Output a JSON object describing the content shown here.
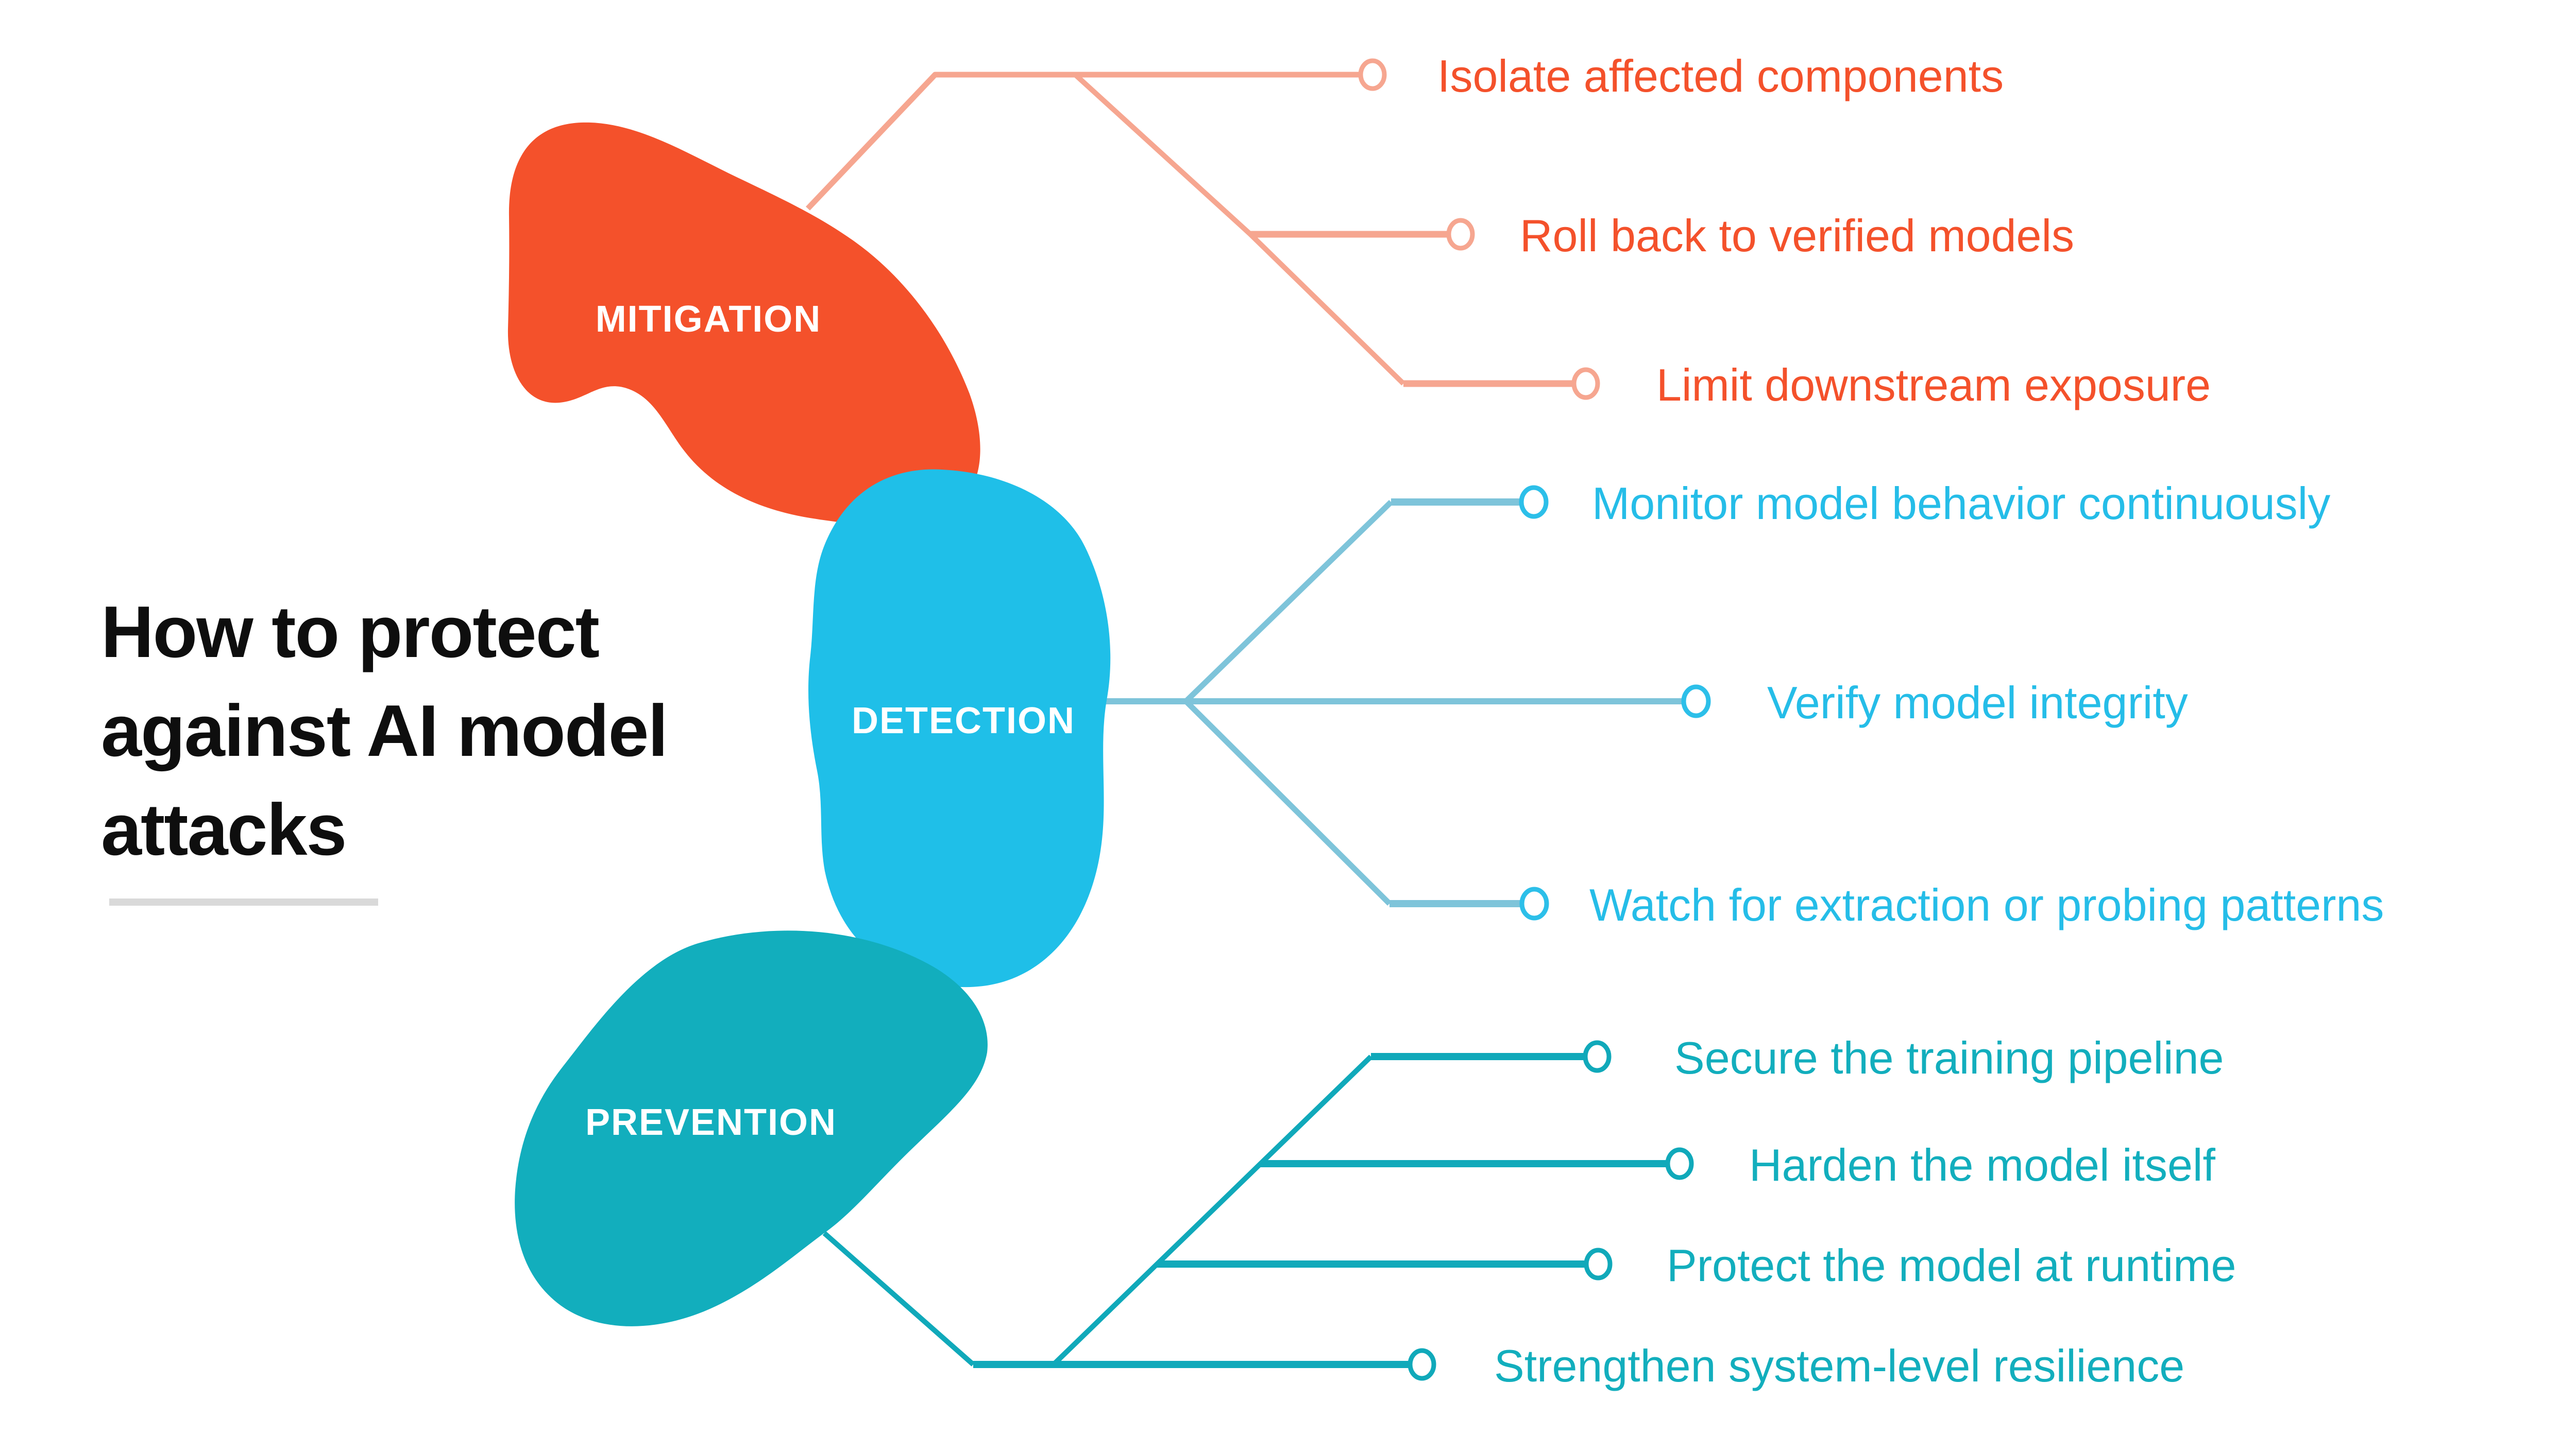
{
  "title": {
    "lines": [
      "How to protect",
      "against AI model",
      "attacks"
    ],
    "full": "How to protect against AI model attacks"
  },
  "colors": {
    "background": "#ffffff",
    "title_text": "#0e0e0e",
    "divider": "#d9d9d9",
    "mitigation_fill": "#f4512b",
    "mitigation_text": "#f4512b",
    "mitigation_line": "#f6a690",
    "detection_fill": "#1fbfe8",
    "detection_text": "#25bde8",
    "detection_line": "#7ec4da",
    "prevention_fill": "#12aebd",
    "prevention_text": "#12aebd",
    "prevention_line": "#10a9ba",
    "blob_label_text": "#ffffff"
  },
  "branches": {
    "mitigation": {
      "label": "MITIGATION",
      "items": [
        "Isolate affected components",
        "Roll back to verified models",
        "Limit downstream exposure"
      ]
    },
    "detection": {
      "label": "DETECTION",
      "items": [
        "Monitor model behavior continuously",
        "Verify model integrity",
        "Watch for extraction or probing patterns"
      ]
    },
    "prevention": {
      "label": "PREVENTION",
      "items": [
        "Secure the training pipeline",
        "Harden the model itself",
        "Protect the model at runtime",
        "Strengthen system-level resilience"
      ]
    }
  }
}
